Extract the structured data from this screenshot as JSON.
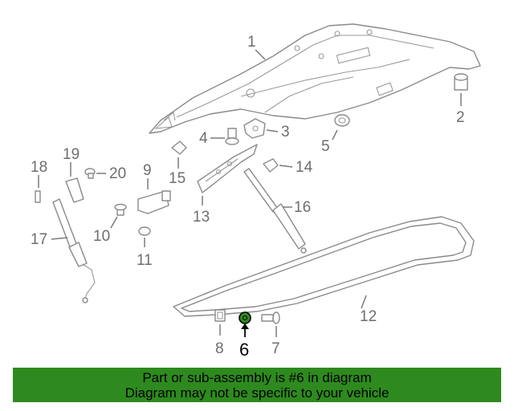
{
  "diagram": {
    "highlight_color": "#2e8a1e",
    "callouts": [
      "1",
      "2",
      "3",
      "4",
      "5",
      "6",
      "7",
      "8",
      "9",
      "10",
      "11",
      "12",
      "13",
      "14",
      "15",
      "16",
      "17",
      "18",
      "19",
      "20"
    ],
    "highlighted_callout": "6"
  },
  "banner": {
    "background": "#2e8a1e",
    "line1": "Part or sub-assembly is #6 in diagram",
    "line2": "Diagram may not be specific to your vehicle"
  }
}
